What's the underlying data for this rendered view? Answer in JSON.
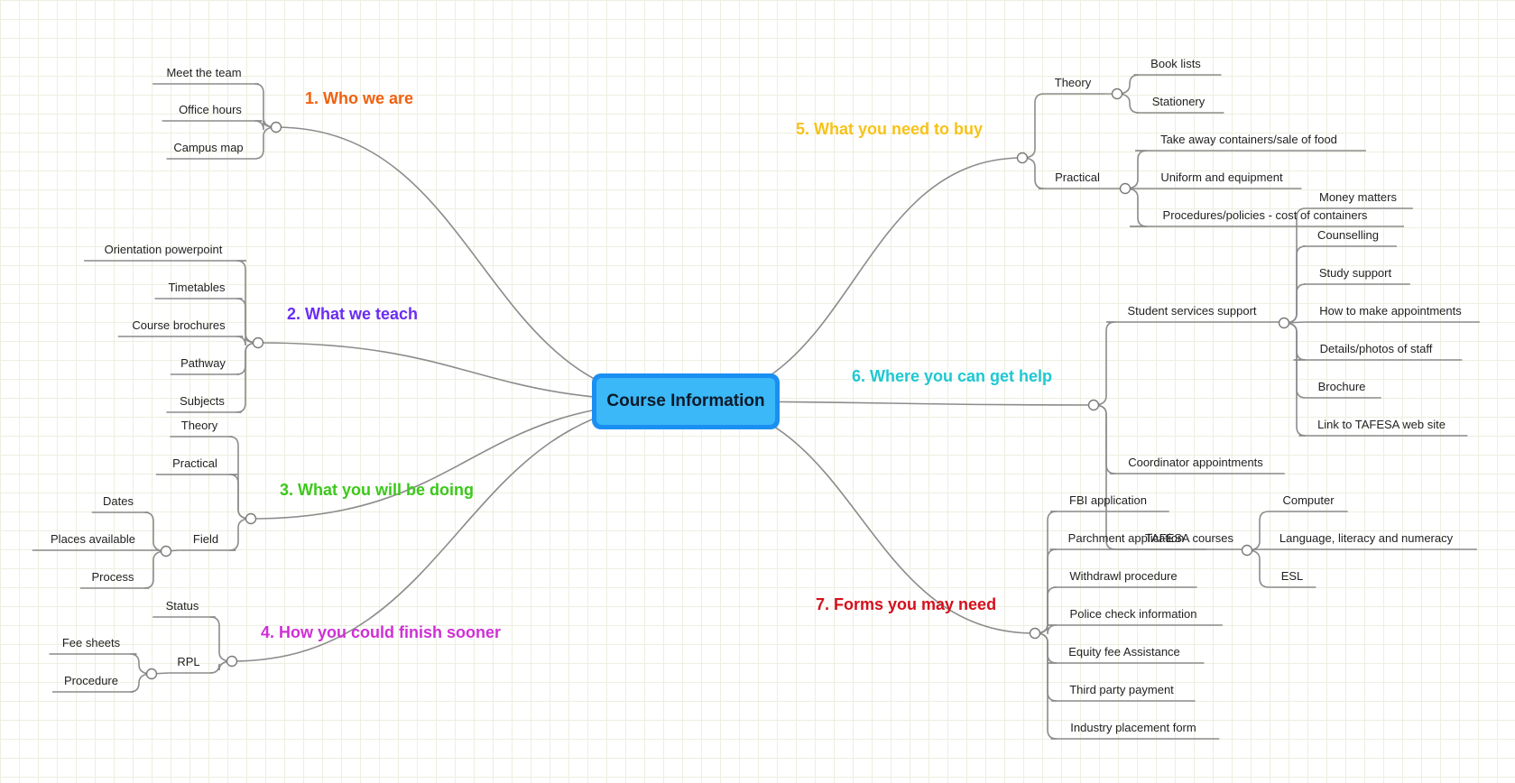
{
  "root": {
    "label": "Course Information",
    "colors": {
      "outer": "#1a8ff2",
      "inner": "#3bb8f7"
    }
  },
  "branches": [
    {
      "id": "b1",
      "label": "1. Who we are",
      "color": "#f2600f",
      "children": [
        {
          "id": "b1-meet-the-team",
          "label": "Meet the team"
        },
        {
          "id": "b1-office-hours",
          "label": "Office hours"
        },
        {
          "id": "b1-campus-map",
          "label": "Campus map"
        }
      ]
    },
    {
      "id": "b2",
      "label": "2. What we teach",
      "color": "#6a2cf2",
      "children": [
        {
          "id": "b2-orientation-powerpoint",
          "label": "Orientation powerpoint"
        },
        {
          "id": "b2-timetables",
          "label": "Timetables"
        },
        {
          "id": "b2-course-brochures",
          "label": "Course brochures"
        },
        {
          "id": "b2-pathway",
          "label": "Pathway"
        },
        {
          "id": "b2-subjects",
          "label": "Subjects"
        }
      ]
    },
    {
      "id": "b3",
      "label": "3. What you will be doing",
      "color": "#3cc81b",
      "children": [
        {
          "id": "b3-theory",
          "label": "Theory"
        },
        {
          "id": "b3-practical",
          "label": "Practical"
        },
        {
          "id": "b3-field",
          "label": "Field",
          "children": [
            {
              "id": "b3-field-dates",
              "label": "Dates"
            },
            {
              "id": "b3-field-places-available",
              "label": "Places available"
            },
            {
              "id": "b3-field-process",
              "label": "Process"
            }
          ]
        }
      ]
    },
    {
      "id": "b4",
      "label": "4. How you could finish sooner",
      "color": "#cf2fd6",
      "children": [
        {
          "id": "b4-status",
          "label": "Status"
        },
        {
          "id": "b4-rpl",
          "label": "RPL",
          "children": [
            {
              "id": "b4-rpl-fee-sheets",
              "label": "Fee sheets"
            },
            {
              "id": "b4-rpl-procedure",
              "label": "Procedure"
            }
          ]
        }
      ]
    },
    {
      "id": "b5",
      "label": "5. What you need to buy",
      "color": "#f7c21a",
      "children": [
        {
          "id": "b5-theory",
          "label": "Theory",
          "children": [
            {
              "id": "b5-theory-book-lists",
              "label": "Book lists"
            },
            {
              "id": "b5-theory-stationery",
              "label": "Stationery"
            }
          ]
        },
        {
          "id": "b5-practical",
          "label": "Practical",
          "children": [
            {
              "id": "b5-practical-take-away",
              "label": "Take away containers/sale of food"
            },
            {
              "id": "b5-practical-uniform",
              "label": "Uniform and equipment"
            },
            {
              "id": "b5-practical-procedures",
              "label": "Procedures/policies - cost of containers"
            }
          ]
        }
      ]
    },
    {
      "id": "b6",
      "label": "6. Where you can get help",
      "color": "#1ec8d2",
      "children": [
        {
          "id": "b6-student-services",
          "label": "Student services support",
          "children": [
            {
              "id": "b6-money-matters",
              "label": "Money matters"
            },
            {
              "id": "b6-counselling",
              "label": "Counselling"
            },
            {
              "id": "b6-study-support",
              "label": "Study support"
            },
            {
              "id": "b6-how-to-make-appointments",
              "label": "How to make appointments"
            },
            {
              "id": "b6-details-photos-of-staff",
              "label": "Details/photos of staff"
            },
            {
              "id": "b6-brochure",
              "label": "Brochure"
            },
            {
              "id": "b6-link-to-tafesa",
              "label": "Link to TAFESA web site"
            }
          ]
        },
        {
          "id": "b6-coordinator-appointments",
          "label": "Coordinator appointments"
        },
        {
          "id": "b6-tafesa-courses",
          "label": "TAFESA courses",
          "children": [
            {
              "id": "b6-computer",
              "label": "Computer"
            },
            {
              "id": "b6-lln",
              "label": "Language, literacy and numeracy"
            },
            {
              "id": "b6-esl",
              "label": "ESL"
            }
          ]
        }
      ]
    },
    {
      "id": "b7",
      "label": "7. Forms you may need",
      "color": "#d4101d",
      "children": [
        {
          "id": "b7-fbi-application",
          "label": "FBI application"
        },
        {
          "id": "b7-parchment-application",
          "label": "Parchment application"
        },
        {
          "id": "b7-withdrawl-procedure",
          "label": "Withdrawl procedure"
        },
        {
          "id": "b7-police-check",
          "label": "Police check information"
        },
        {
          "id": "b7-equity-fee",
          "label": "Equity fee Assistance"
        },
        {
          "id": "b7-third-party-payment",
          "label": "Third party payment"
        },
        {
          "id": "b7-industry-placement",
          "label": "Industry placement form"
        }
      ]
    }
  ]
}
